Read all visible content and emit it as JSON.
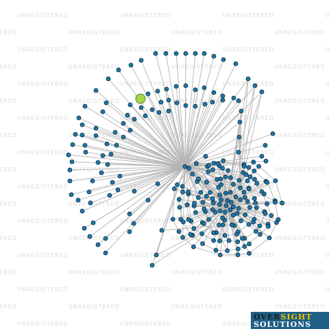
{
  "watermark": {
    "text": "UNREGISTERED"
  },
  "logo": {
    "word1": "OVER",
    "word2": "SIGHT",
    "word3": "SOLUTIONS"
  },
  "colors": {
    "edge": "#b4b4b4",
    "node_fill": "#1f77a8",
    "node_stroke": "#0b2a3d",
    "focus_fill": "#a5d64b",
    "focus_stroke": "#4a6a1a"
  },
  "graph": {
    "highlighted_node": "focus-entity"
  }
}
